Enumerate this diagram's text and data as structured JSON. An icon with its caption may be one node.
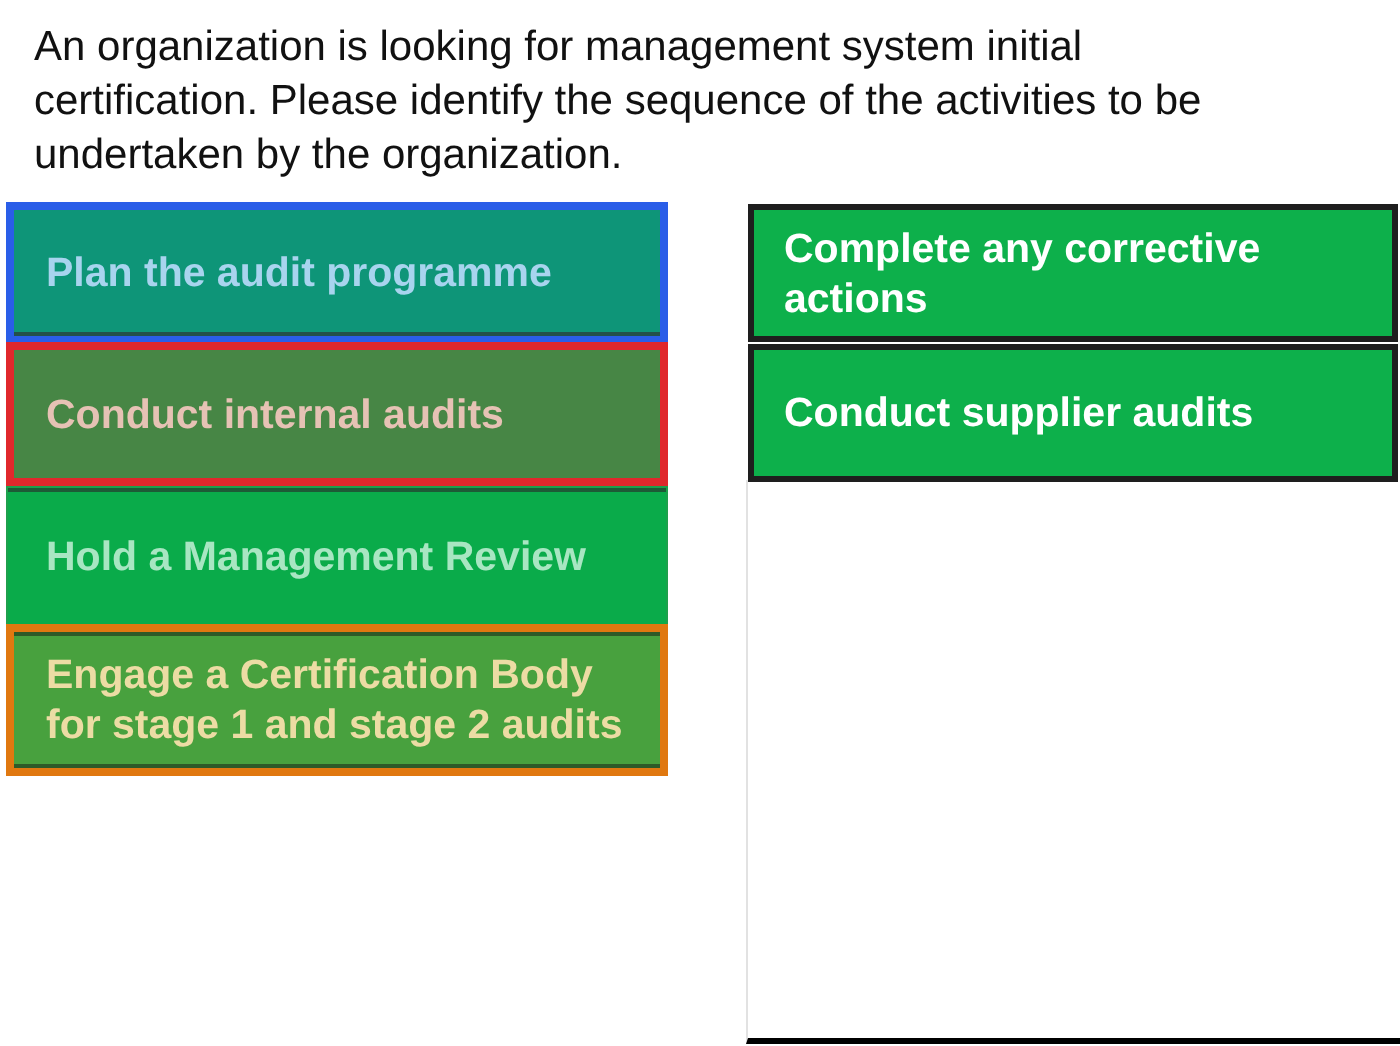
{
  "diagram": {
    "title": "An organization is looking for management system initial certification. Please identify the sequence of the activities to be undertaken by the organization.",
    "nodes": [
      {
        "text": [
          "Plan the audit programme"
        ]
      },
      {
        "text": [
          "Conduct internal audits"
        ]
      },
      {
        "text": [
          "Hold a Management Review"
        ]
      },
      {
        "text": [
          "Engage a Certification Body for stage 1 and stage 2 audits"
        ]
      },
      {
        "text": [
          "Complete any corrective actions"
        ]
      },
      {
        "text": [
          "Conduct supplier audits"
        ]
      },
      {
        "text": [],
        "shape": "box"
      }
    ]
  }
}
